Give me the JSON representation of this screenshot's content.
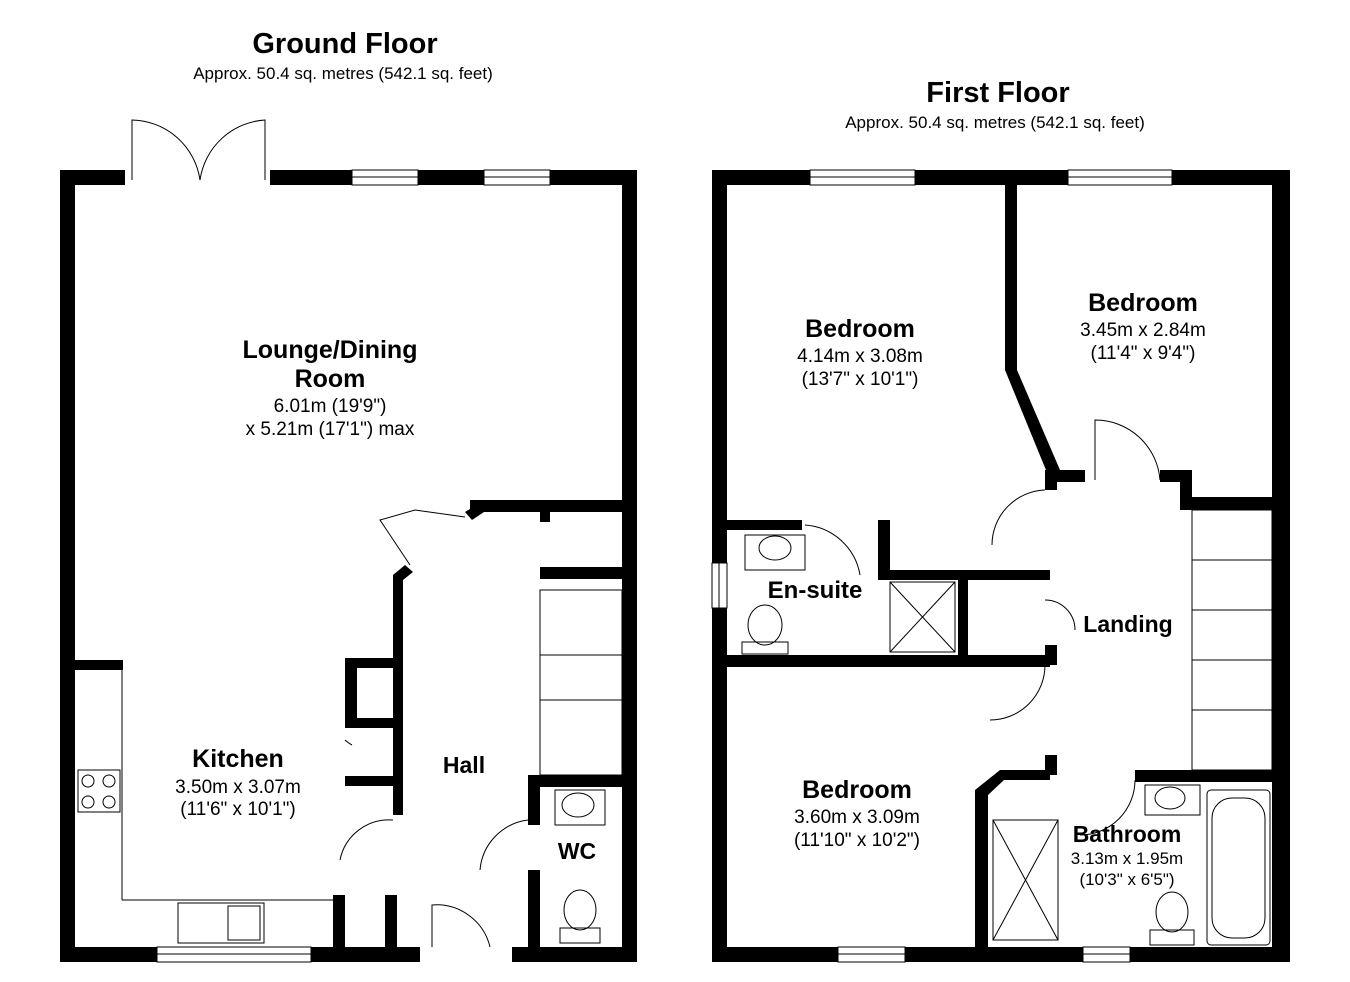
{
  "ground_floor": {
    "title": "Ground Floor",
    "area": "Approx. 50.4 sq. metres (542.1 sq. feet)",
    "rooms": {
      "lounge": {
        "name_line1": "Lounge/Dining",
        "name_line2": "Room",
        "dim1": "6.01m (19'9\")",
        "dim2": "x 5.21m (17'1\") max"
      },
      "kitchen": {
        "name": "Kitchen",
        "dim_metric": "3.50m x 3.07m",
        "dim_imperial": "(11'6\" x 10'1\")"
      },
      "hall": {
        "name": "Hall"
      },
      "wc": {
        "name": "WC"
      }
    }
  },
  "first_floor": {
    "title": "First Floor",
    "area": "Approx. 50.4 sq. metres (542.1 sq. feet)",
    "rooms": {
      "bedroom1": {
        "name": "Bedroom",
        "dim_metric": "4.14m x 3.08m",
        "dim_imperial": "(13'7\" x 10'1\")"
      },
      "bedroom2": {
        "name": "Bedroom",
        "dim_metric": "3.45m x 2.84m",
        "dim_imperial": "(11'4\" x 9'4\")"
      },
      "bedroom3": {
        "name": "Bedroom",
        "dim_metric": "3.60m x 3.09m",
        "dim_imperial": "(11'10\" x 10'2\")"
      },
      "ensuite": {
        "name": "En-suite"
      },
      "landing": {
        "name": "Landing"
      },
      "bathroom": {
        "name": "Bathroom",
        "dim_metric": "3.13m x 1.95m",
        "dim_imperial": "(10'3\" x 6'5\")"
      }
    }
  }
}
